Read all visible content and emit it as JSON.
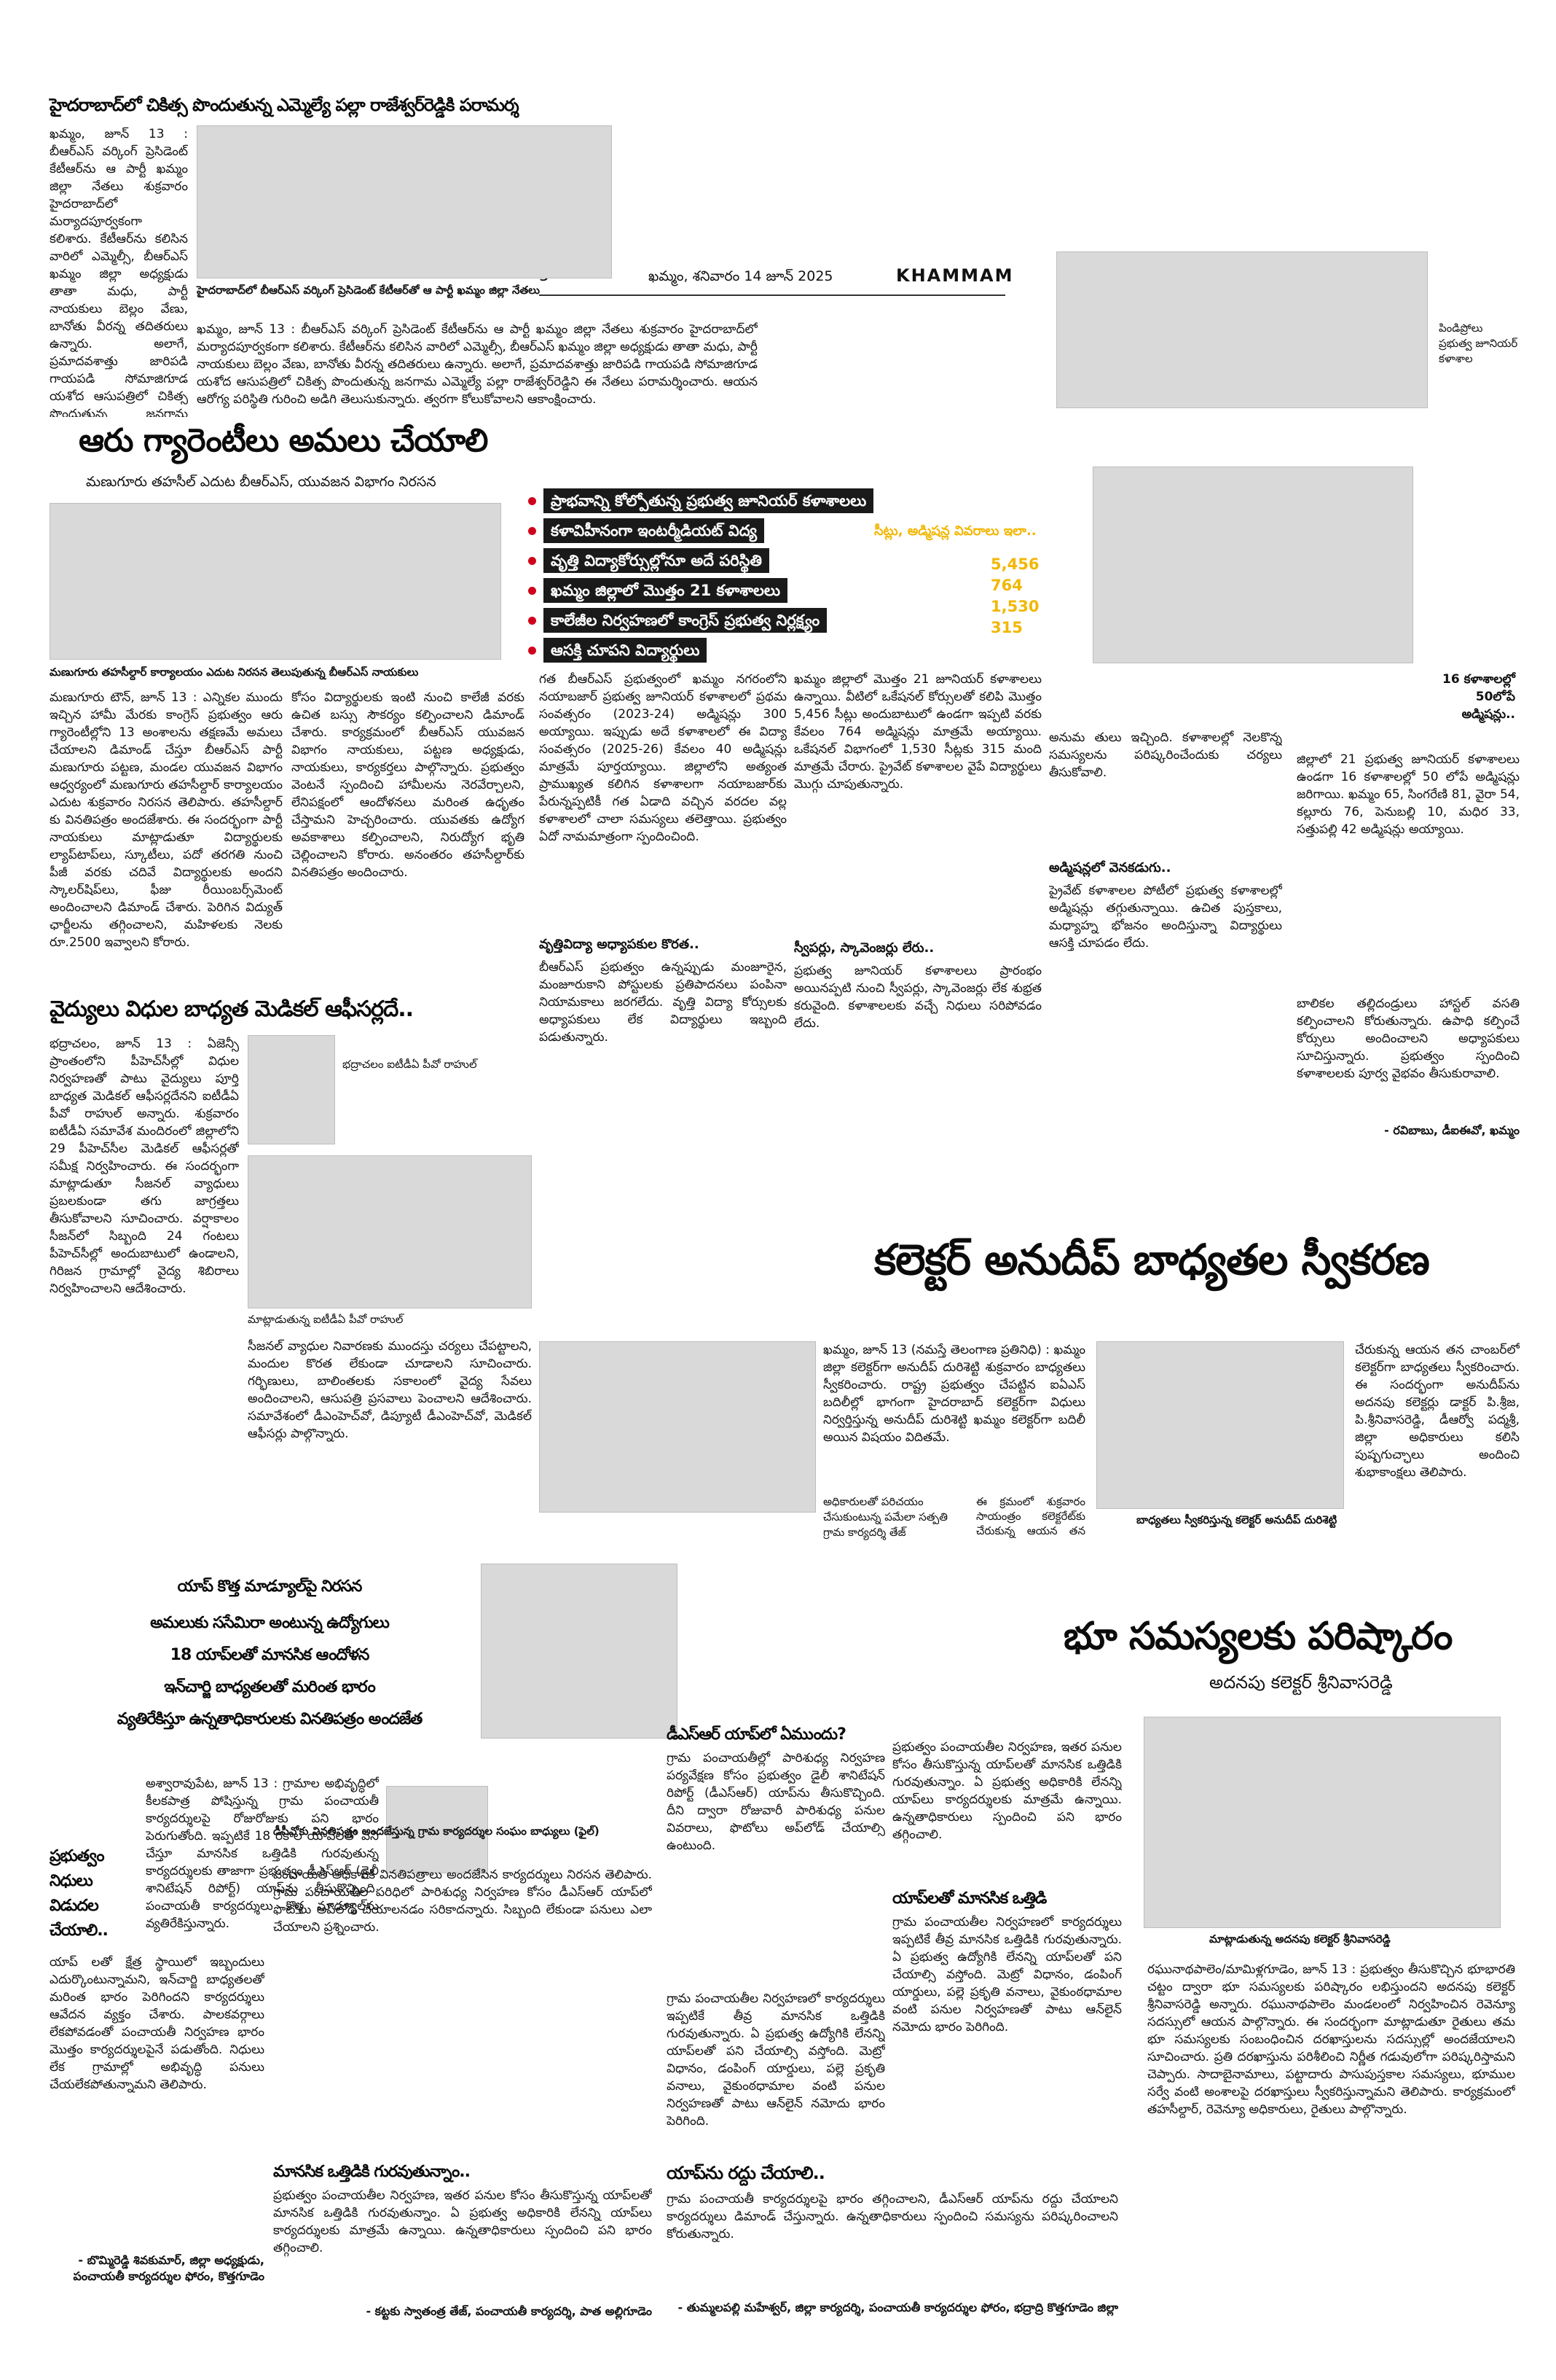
{
  "header": {
    "page_number": "5",
    "dateline": "ఖమ్మం, శనివారం 14 జూన్ 2025",
    "edition": "KHAMMAM"
  },
  "story1": {
    "headline": "హైదరాబాద్‌లో చికిత్స పొందుతున్న ఎమ్మెల్యే పల్లా రాజేశ్వర్‌రెడ్డికి పరామర్శ",
    "body": "ఖమ్మం, జూన్ 13 : బీఆర్ఎస్ వర్కింగ్ ప్రెసిడెంట్ కేటీఆర్‌ను ఆ పార్టీ ఖమ్మం జిల్లా నేతలు శుక్రవారం హైదరాబాద్‌లో మర్యాదపూర్వకంగా కలిశారు. కేటీఆర్‌ను కలిసిన వారిలో ఎమ్మెల్సీ, బీఆర్ఎస్ ఖమ్మం జిల్లా అధ్యక్షుడు తాతా మధు, పార్టీ నాయకులు బెల్లం వేణు, బానోతు వీరన్న తదితరులు ఉన్నారు. అలాగే, ప్రమాదవశాత్తు జారిపడి గాయపడి సోమాజిగూడ యశోద ఆసుపత్రిలో చికిత్స పొందుతున్న జనగామ ఎమ్మెల్యే పల్లా రాజేశ్వర్‌రెడ్డిని ఈ నేతలు పరామర్శించారు. ఆయన ఆరోగ్య పరిస్థితి గురించి అడిగి తెలుసుకున్నారు. త్వరగా కోలుకోవాలని ఆకాంక్షించారు.",
    "caption": "హైదరాబాద్‌లో బీఆర్ఎస్ వర్కింగ్ ప్రెసిడెంట్ కేటీఆర్‌తో ఆ పార్టీ ఖమ్మం జిల్లా నేతలు"
  },
  "right_caption": "పిండిప్రోలు ప్రభుత్వ జూనియర్ కళాశాల",
  "story2": {
    "headline": "ఆరు గ్యారెంటీలు అమలు చేయాలి",
    "subhead": "మణుగూరు తహసీల్ ఎదుట బీఆర్ఎస్, యువజన విభాగం నిరసన",
    "caption": "మణుగూరు తహసీల్దార్ కార్యాలయం ఎదుట నిరసన తెలుపుతున్న బీఆర్ఎస్ నాయకులు",
    "col1": "మణుగూరు టౌన్, జూన్ 13 : ఎన్నికల ముందు ఇచ్చిన హామీ మేరకు కాంగ్రెస్ ప్రభుత్వం ఆరు గ్యారెంటీల్లోని 13 అంశాలను తక్షణమే అమలు చేయాలని డిమాండ్ చేస్తూ బీఆర్ఎస్ పార్టీ మణుగూరు పట్టణ, మండల యువజన విభాగం ఆధ్వర్యంలో మణుగూరు తహసీల్దార్ కార్యాలయం ఎదుట శుక్రవారం నిరసన తెలిపారు. తహసీల్దార్ కు వినతిపత్రం అందజేశారు. ఈ సందర్భంగా పార్టీ నాయకులు మాట్లాడుతూ విద్యార్థులకు ల్యాప్‌టాప్‌లు, స్కూటీలు, పదో తరగతి నుంచి పీజీ వరకు చదివే విద్యార్థులకు అందని స్కాలర్‌షిప్‌లు, ఫీజు రీయింబర్స్‌మెంట్ అందించాలని డిమాండ్ చేశారు. పెరిగిన విద్యుత్ ఛార్జీలను తగ్గించాలని, మహిళలకు నెలకు రూ.2500 ఇవ్వాలని కోరారు.",
    "col2": "కోసం విద్యార్థులకు ఇంటి నుంచి కాలేజీ వరకు ఉచిత బస్సు సౌకర్యం కల్పించాలని డిమాండ్ చేశారు. కార్యక్రమంలో బీఆర్ఎస్ యువజన విభాగం నాయకులు, పట్టణ అధ్యక్షుడు, నాయకులు, కార్యకర్తలు పాల్గొన్నారు. ప్రభుత్వం వెంటనే స్పందించి హామీలను నెరవేర్చాలని, లేనిపక్షంలో ఆందోళనలు మరింత ఉధృతం చేస్తామని హెచ్చరించారు. యువతకు ఉద్యోగ అవకాశాలు కల్పించాలని, నిరుద్యోగ భృతి చెల్లించాలని కోరారు. అనంతరం తహసీల్దార్‌కు వినతిపత్రం అందించారు."
  },
  "story3": {
    "headlines": [
      "ప్రాభవాన్ని కోల్పోతున్న ప్రభుత్వ జూనియర్ కళాశాలలు",
      "కళావిహీనంగా ఇంటర్మీడియట్ విద్య",
      "వృత్తి విద్యాకోర్సుల్లోనూ అదే పరిస్థితి",
      "ఖమ్మం జిల్లాలో మొత్తం 21 కళాశాలలు",
      "కాలేజీల నిర్వహణలో కాంగ్రెస్ ప్రభుత్వ నిర్లక్ష్యం",
      "ఆసక్తి చూపని విద్యార్థులు"
    ],
    "stat_label": "సీట్లు, అడ్మిషన్ల వివరాలు ఇలా..",
    "stats": [
      "5,456",
      "764",
      "1,530",
      "315"
    ],
    "side_head": "16 కళాశాలల్లో 50లోపే అడ్మిషన్లు..",
    "body1": "గత బీఆర్ఎస్ ప్రభుత్వంలో ఖమ్మం నగరంలోని నయాబజార్ ప్రభుత్వ జూనియర్ కళాశాలలో ప్రథమ సంవత్సరం (2023-24) అడ్మిషన్లు 300 అయ్యాయి. ఇప్పుడు అదే కళాశాలలో ఈ విద్యా సంవత్సరం (2025-26) కేవలం 40 అడ్మిషన్లు మాత్రమే పూర్తయ్యాయి. జిల్లాలోని అత్యంత ప్రాముఖ్యత కలిగిన కళాశాలగా నయాబజార్‌కు పేరున్నప్పటికీ గత ఏడాది వచ్చిన వరదల వల్ల కళాశాలలో చాలా సమస్యలు తలెత్తాయి. ప్రభుత్వం ఏదో నామమాత్రంగా స్పందించింది.",
    "body2": "ఖమ్మం జిల్లాలో మొత్తం 21 జూనియర్ కళాశాలలు ఉన్నాయి. వీటిలో ఒకేషనల్ కోర్సులతో కలిపి మొత్తం 5,456 సీట్లు అందుబాటులో ఉండగా ఇప్పటి వరకు కేవలం 764 అడ్మిషన్లు మాత్రమే అయ్యాయి. ఒకేషనల్ విభాగంలో 1,530 సీట్లకు 315 మంది మాత్రమే చేరారు. ప్రైవేట్ కళాశాలల వైపే విద్యార్థులు మొగ్గు చూపుతున్నారు.",
    "sub1": "వృత్తివిద్యా అధ్యాపకుల కొరత..",
    "body3": "బీఆర్ఎస్ ప్రభుత్వం ఉన్నప్పుడు మంజూరైన, మంజూరుకాని పోస్టులకు ప్రతిపాదనలు పంపినా నియామకాలు జరగలేదు. వృత్తి విద్యా కోర్సులకు అధ్యాపకులు లేక విద్యార్థులు ఇబ్బంది పడుతున్నారు.",
    "sub2": "స్వీపర్లు, స్కావెంజర్లు లేరు..",
    "body4": "ప్రభుత్వ జూనియర్ కళాశాలలు ప్రారంభం అయినప్పటి నుంచి స్వీపర్లు, స్కావెంజర్లు లేక శుభ్రత కరువైంది. కళాశాలలకు వచ్చే నిధులు సరిపోవడం లేదు.",
    "sub3": "అడ్మిషన్లలో వెనకడుగు..",
    "body5": "ప్రైవేట్ కళాశాలల పోటీలో ప్రభుత్వ కళాశాలల్లో అడ్మిషన్లు తగ్గుతున్నాయి. ఉచిత పుస్తకాలు, మధ్యాహ్న భోజనం అందిస్తున్నా విద్యార్థులు ఆసక్తి చూపడం లేదు.",
    "body6": "జిల్లాలో 21 ప్రభుత్వ జూనియర్ కళాశాలలు ఉండగా 16 కళాశాలల్లో 50 లోపే అడ్మిషన్లు జరిగాయి. ఖమ్మం 65, సింగరేణి 81, వైరా 54, కల్లూరు 76, పెనుబల్లి 10, మధిర 33, సత్తుపల్లి 42 అడ్మిషన్లు అయ్యాయి.",
    "body7": "బాలికల తల్లిదండ్రులు హాస్టల్ వసతి కల్పించాలని కోరుతున్నారు. ఉపాధి కల్పించే కోర్సులు అందించాలని అధ్యాపకులు సూచిస్తున్నారు. ప్రభుత్వం స్పందించి కళాశాలలకు పూర్వ వైభవం తీసుకురావాలి.",
    "byline": "- రవిబాబు, డీఐఈవో, ఖమ్మం",
    "side_note": "అనుమ తులు ఇచ్చింది. కళాశాలల్లో నెలకొన్న సమస్యలను పరిష్కరించేందుకు చర్యలు తీసుకోవాలి."
  },
  "story4": {
    "headline": "వైద్యులు విధుల బాధ్యత మెడికల్ ఆఫీసర్లదే..",
    "caption": "భద్రాచలం ఐటీడీఏ పీవో రాహుల్",
    "caption2": "మాట్లాడుతున్న ఐటీడీఏ పీవో రాహుల్",
    "col1": "భద్రాచలం, జూన్ 13 : ఏజెన్సీ ప్రాంతంలోని పీహెచ్‌సీల్లో విధుల నిర్వహణతో పాటు వైద్యులు పూర్తి బాధ్యత మెడికల్ ఆఫీసర్లదేనని ఐటీడీఏ పీవో రాహుల్ అన్నారు. శుక్రవారం ఐటీడీఏ సమావేశ మందిరంలో జిల్లాలోని 29 పీహెచ్‌సీల మెడికల్ ఆఫీసర్లతో సమీక్ష నిర్వహించారు. ఈ సందర్భంగా మాట్లాడుతూ సీజనల్ వ్యాధులు ప్రబలకుండా తగు జాగ్రత్తలు తీసుకోవాలని సూచించారు. వర్షాకాలం సీజన్‌లో సిబ్బంది 24 గంటలు పీహెచ్‌సీల్లో అందుబాటులో ఉండాలని, గిరిజన గ్రామాల్లో వైద్య శిబిరాలు నిర్వహించాలని ఆదేశించారు.",
    "col2": "సీజనల్ వ్యాధుల నివారణకు ముందస్తు చర్యలు చేపట్టాలని, మందుల కొరత లేకుండా చూడాలని సూచించారు. గర్భిణులు, బాలింతలకు సకాలంలో వైద్య సేవలు అందించాలని, ఆసుపత్రి ప్రసవాలు పెంచాలని ఆదేశించారు. సమావేశంలో డీఎంహెచ్‌వో, డిప్యూటీ డీఎంహెచ్‌వో, మెడికల్ ఆఫీసర్లు పాల్గొన్నారు."
  },
  "story5": {
    "headline": "కలెక్టర్ అనుదీప్ బాధ్యతల స్వీకరణ",
    "col1": "ఖమ్మం, జూన్ 13 (నమస్తే తెలంగాణ ప్రతినిధి) : ఖమ్మం జిల్లా కలెక్టర్‌గా అనుదీప్ దురిశెట్టి శుక్రవారం బాధ్యతలు స్వీకరించారు. రాష్ట్ర ప్రభుత్వం చేపట్టిన ఐఏఎస్ బదిలీల్లో భాగంగా హైదరాబాద్ కలెక్టర్‌గా విధులు నిర్వర్తిస్తున్న అనుదీప్ దురిశెట్టి ఖమ్మం కలెక్టర్‌గా బదిలీ అయిన విషయం విదితమే.",
    "caption1": "అధికారులతో పరిచయం చేసుకుంటున్న పమేలా సత్పతి గ్రామ కార్యదర్శి తేజ్",
    "caption2": "బాధ్యతలు స్వీకరిస్తున్న కలెక్టర్ అనుదీప్ దురిశెట్టి",
    "col2": "ఈ క్రమంలో శుక్రవారం సాయంత్రం కలెక్టరేట్‌కు చేరుకున్న ఆయన తన చాంబర్‌లో బాధ్యతలు స్వీకరించారు.",
    "col3": "చేరుకున్న ఆయన తన చాంబర్‌లో కలెక్టర్‌గా బాధ్యతలు స్వీకరించారు. ఈ సందర్భంగా అనుదీప్‌ను అదనపు కలెక్టర్లు డాక్టర్ పి.శ్రీజ, పి.శ్రీనివాసరెడ్డి, డీఆర్వో పద్మశ్రీ, జిల్లా అధికారులు కలిసి పుష్పగుచ్ఛాలు అందించి శుభాకాంక్షలు తెలిపారు."
  },
  "story6": {
    "headlines": [
      "యాప్ కొత్త మాడ్యూల్‌పై నిరసన",
      "అమలుకు ససేమిరా అంటున్న ఉద్యోగులు",
      "18 యాప్‌లతో మానసిక ఆందోళన",
      "ఇన్‌చార్జి బాధ్యతలతో మరింత భారం",
      "వ్యతిరేకిస్తూ ఉన్నతాధికారులకు వినతిపత్రం అందజేత"
    ],
    "side_head": "ప్రభుత్వం నిధులు విడుదల చేయాలి..",
    "caption": "డీపీవోకు వినతిపత్రం అందజేస్తున్న గ్రామ కార్యదర్శుల సంఘం బాధ్యులు (ఫైల్)",
    "body1": "అశ్వారావుపేట, జూన్ 13 : గ్రామాల అభివృద్ధిలో కీలకపాత్ర పోషిస్తున్న గ్రామ పంచాయతీ కార్యదర్శులపై రోజురోజుకు పని భారం పెరుగుతోంది. ఇప్పటికే 18 రకాల యాప్‌లతో పని చేస్తూ మానసిక ఒత్తిడికి గురవుతున్న కార్యదర్శులకు తాజాగా ప్రభుత్వం డీఎస్ఆర్ (డైలీ శానిటేషన్ రిపోర్ట్) యాప్‌ను తీసుకొచ్చింది. పంచాయతీ కార్యదర్శులు కొత్త మాడ్యూల్‌ను వ్యతిరేకిస్తున్నారు.",
    "body2": "పంచాయతీ అధికారికి వినతిపత్రాలు అందజేసిన కార్యదర్శులు నిరసన తెలిపారు. గ్రామ పంచాయతీల పరిధిలో పారిశుధ్య నిర్వహణ కోసం డీఎస్ఆర్ యాప్‌లో ఫొటోలు అప్‌లోడ్ చేయాలనడం సరికాదన్నారు. సిబ్బంది లేకుండా పనులు ఎలా చేయాలని ప్రశ్నించారు.",
    "body3": "యాప్ లతో క్షేత్ర స్థాయిలో ఇబ్బందులు ఎదుర్కొంటున్నామని, ఇన్‌చార్జి బాధ్యతలతో మరింత భారం పెరిగిందని కార్యదర్శులు ఆవేదన వ్యక్తం చేశారు. పాలకవర్గాలు లేకపోవడంతో పంచాయతీ నిర్వహణ భారం మొత్తం కార్యదర్శులపైనే పడుతోంది. నిధులు లేక గ్రామాల్లో అభివృద్ధి పనులు చేయలేకపోతున్నామని తెలిపారు.",
    "byline1": "- బొమ్మిరెడ్డి శివకుమార్, జిల్లా అధ్యక్షుడు, పంచాయతీ కార్యదర్శుల ఫోరం, కొత్తగూడెం",
    "sub1": "మానసిక ఒత్తిడికి గురవుతున్నాం..",
    "body4": "ప్రభుత్వం పంచాయతీల నిర్వహణ, ఇతర పనుల కోసం తీసుకొస్తున్న యాప్‌లతో మానసిక ఒత్తిడికి గురవుతున్నాం. ఏ ప్రభుత్వ అధికారికి లేనన్ని యాప్‌లు కార్యదర్శులకు మాత్రమే ఉన్నాయి. ఉన్నతాధికారులు స్పందించి పని భారం తగ్గించాలి.",
    "byline2": "- కట్టకు స్వాతంత్ర తేజ్, పంచాయతీ కార్యదర్శి, పాత అల్లిగూడెం",
    "sub2": "డీఎస్ఆర్ యాప్‌లో ఏముందు?",
    "body5": "గ్రామ పంచాయతీల్లో పారిశుధ్య నిర్వహణ పర్యవేక్షణ కోసం ప్రభుత్వం డైలీ శానిటేషన్ రిపోర్ట్ (డీఎస్ఆర్) యాప్‌ను తీసుకొచ్చింది. దీని ద్వారా రోజువారీ పారిశుధ్య పనుల వివరాలు, ఫొటోలు అప్‌లోడ్ చేయాల్సి ఉంటుంది.",
    "sub3": "యాప్‌లతో మానసిక ఒత్తిడి",
    "body6": "గ్రామ పంచాయతీల నిర్వహణలో కార్యదర్శులు ఇప్పటికే తీవ్ర మానసిక ఒత్తిడికి గురవుతున్నారు. ఏ ప్రభుత్వ ఉద్యోగికి లేనన్ని యాప్‌లతో పని చేయాల్సి వస్తోంది. మెట్రో విధానం, డంపింగ్ యార్డులు, పల్లె ప్రకృతి వనాలు, వైకుంఠధామాల వంటి పనుల నిర్వహణతో పాటు ఆన్‌లైన్ నమోదు భారం పెరిగింది.",
    "sub4": "యాప్‌ను రద్దు చేయాలి..",
    "body7": "గ్రామ పంచాయతీ కార్యదర్శులపై భారం తగ్గించాలని, డీఎస్ఆర్ యాప్‌ను రద్దు చేయాలని కార్యదర్శులు డిమాండ్ చేస్తున్నారు. ఉన్నతాధికారులు స్పందించి సమస్యను పరిష్కరించాలని కోరుతున్నారు.",
    "byline3": "- తుమ్మలపల్లి మహేశ్వర్, జిల్లా కార్యదర్శి, పంచాయతీ కార్యదర్శుల ఫోరం, భద్రాద్రి కొత్తగూడెం జిల్లా"
  },
  "story7": {
    "headline": "భూ సమస్యలకు పరిష్కారం",
    "subhead": "అదనపు కలెక్టర్ శ్రీనివాసరెడ్డి",
    "caption": "మాట్లాడుతున్న అదనపు కలెక్టర్ శ్రీనివాసరెడ్డి",
    "body": "రఘునాథపాలెం/మామిళ్లగూడెం, జూన్ 13 : ప్రభుత్వం తీసుకొచ్చిన భూభారతి చట్టం ద్వారా భూ సమస్యలకు పరిష్కారం లభిస్తుందని అదనపు కలెక్టర్ శ్రీనివాసరెడ్డి అన్నారు. రఘునాథపాలెం మండలంలో నిర్వహించిన రెవెన్యూ సదస్సులో ఆయన పాల్గొన్నారు. ఈ సందర్భంగా మాట్లాడుతూ రైతులు తమ భూ సమస్యలకు సంబంధించిన దరఖాస్తులను సదస్సుల్లో అందజేయాలని సూచించారు. ప్రతి దరఖాస్తును పరిశీలించి నిర్ణీత గడువులోగా పరిష్కరిస్తామని చెప్పారు. సాదాబైనామాలు, పట్టాదారు పాసుపుస్తకాల సమస్యలు, భూముల సర్వే వంటి అంశాలపై దరఖాస్తులు స్వీకరిస్తున్నామని తెలిపారు. కార్యక్రమంలో తహసీల్దార్, రెవెన్యూ అధికారులు, రైతులు పాల్గొన్నారు."
  },
  "style": {
    "accent": "#d0021b",
    "stat_yellow": "#f2b705"
  }
}
